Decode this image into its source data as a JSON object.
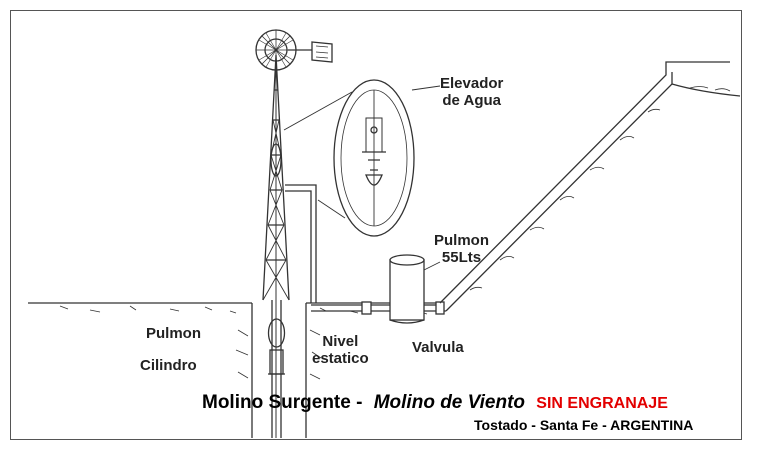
{
  "labels": {
    "elevador_line1": "Elevador",
    "elevador_line2": "de Agua",
    "pulmon_tank_line1": "Pulmon",
    "pulmon_tank_line2": "55Lts",
    "pulmon_well": "Pulmon",
    "cilindro": "Cilindro",
    "nivel_line1": "Nivel",
    "nivel_line2": "estatico",
    "valvula": "Valvula"
  },
  "caption": {
    "part1": "Molino Surgente -",
    "part2": "Molino de Viento",
    "part3": "SIN ENGRANAJE",
    "location": "Tostado - Santa Fe - ARGENTINA"
  },
  "colors": {
    "ink": "#222222",
    "accent": "#e30000"
  }
}
